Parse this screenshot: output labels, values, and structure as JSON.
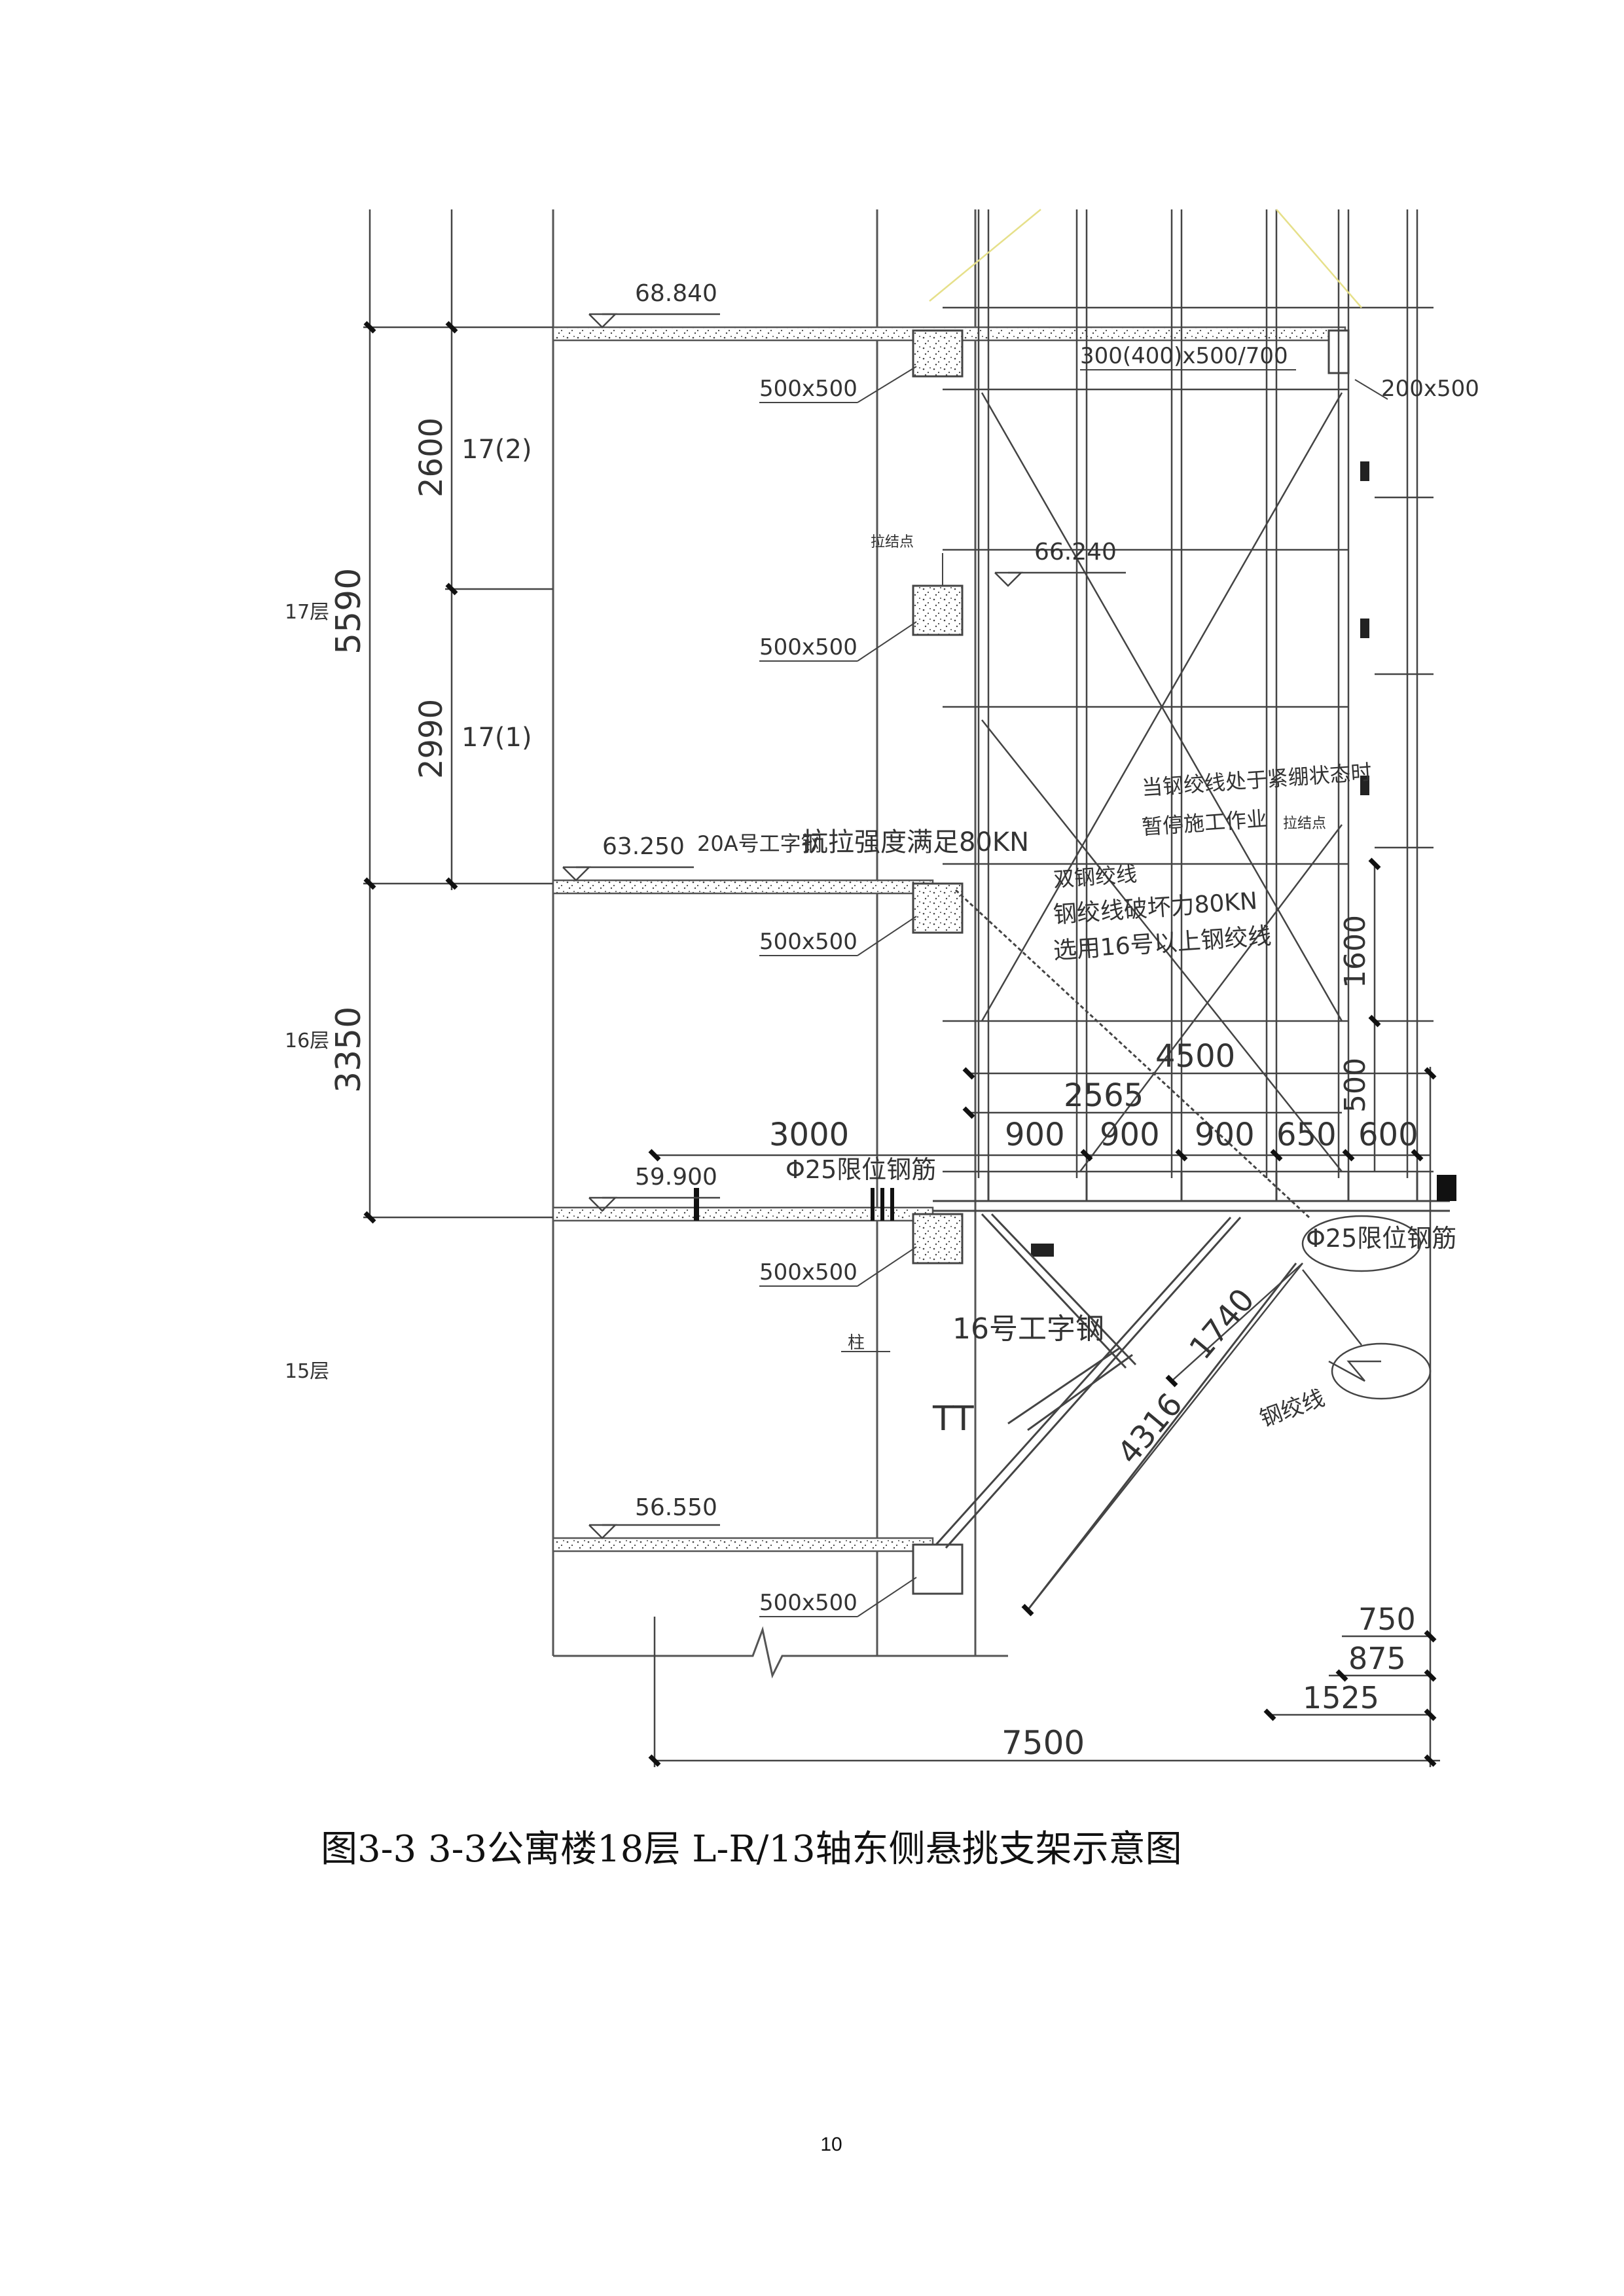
{
  "caption": "图3-3 3-3公寓楼18层 L-R/13轴东侧悬挑支架示意图",
  "page_number": "10",
  "elevations": [
    "68.840",
    "66.240",
    "63.250",
    "59.900",
    "56.550"
  ],
  "floor_labels": [
    "17层",
    "16层",
    "15层"
  ],
  "vertical_dims": [
    "5590",
    "2600",
    "2990",
    "3350",
    "1600",
    "500"
  ],
  "sub_floor_labels": [
    "17(2)",
    "17(1)"
  ],
  "beam_labels": [
    "500x500",
    "300(400)x500/700",
    "200x500"
  ],
  "tie_point_label": "拉结点",
  "i_beam_20a": "20A号工字钢",
  "tensile_note": "抗拉强度满足80KN",
  "strand_notes": [
    "当钢绞线处于紧绷状态时",
    "暂停施工作业",
    "双钢绞线",
    "钢绞线破坏力80KN",
    "选用16号以上钢绞线"
  ],
  "horizontal_dims": [
    "4500",
    "2565",
    "3000",
    "900",
    "900",
    "900",
    "650",
    "600"
  ],
  "rebar_label": "Φ25限位钢筋",
  "i_beam_16": "16号工字钢",
  "diagonal_dims": [
    "1740",
    "4316"
  ],
  "strand_label": "钢绞线",
  "column_label": "柱",
  "bottom_dims": [
    "750",
    "875",
    "1525",
    "7500"
  ],
  "symbol_pi": "TT"
}
